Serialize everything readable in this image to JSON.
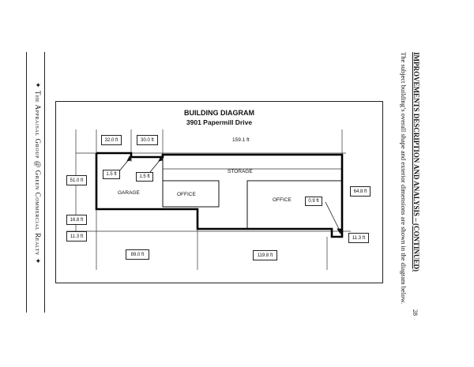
{
  "page": {
    "number": "28",
    "heading": "IMPROVEMENTS DESCRIPTION AND ANALYSIS – (CONTINUED)",
    "intro": "The subject building’s overall shape and exterior dimensions are shown in the diagram below.",
    "footer": "✦ The Appraisal Group @ Green Commercial Realty ✦"
  },
  "diagram": {
    "title": "BUILDING DIAGRAM",
    "subtitle": "3901 Papermill Drive",
    "rooms": {
      "storage": "STORAGE",
      "garage": "GARAGE",
      "office_left": "OFFICE",
      "office_right": "OFFICE"
    },
    "dimensions": {
      "top_left": "32.0 ft",
      "top_mid": "30.0 ft",
      "top_right": "159.1 ft",
      "left_upper": "51.0 ft",
      "left_mid": "16.8 ft",
      "left_lower": "11.3 ft",
      "right_upper": "64.8 ft",
      "right_lower": "11.3 ft",
      "bottom_left": "89.0 ft",
      "bottom_right": "119.8 ft",
      "inset_a": "1.5 ft",
      "inset_b": "1.5 ft",
      "inset_c": "0.9 ft"
    }
  }
}
